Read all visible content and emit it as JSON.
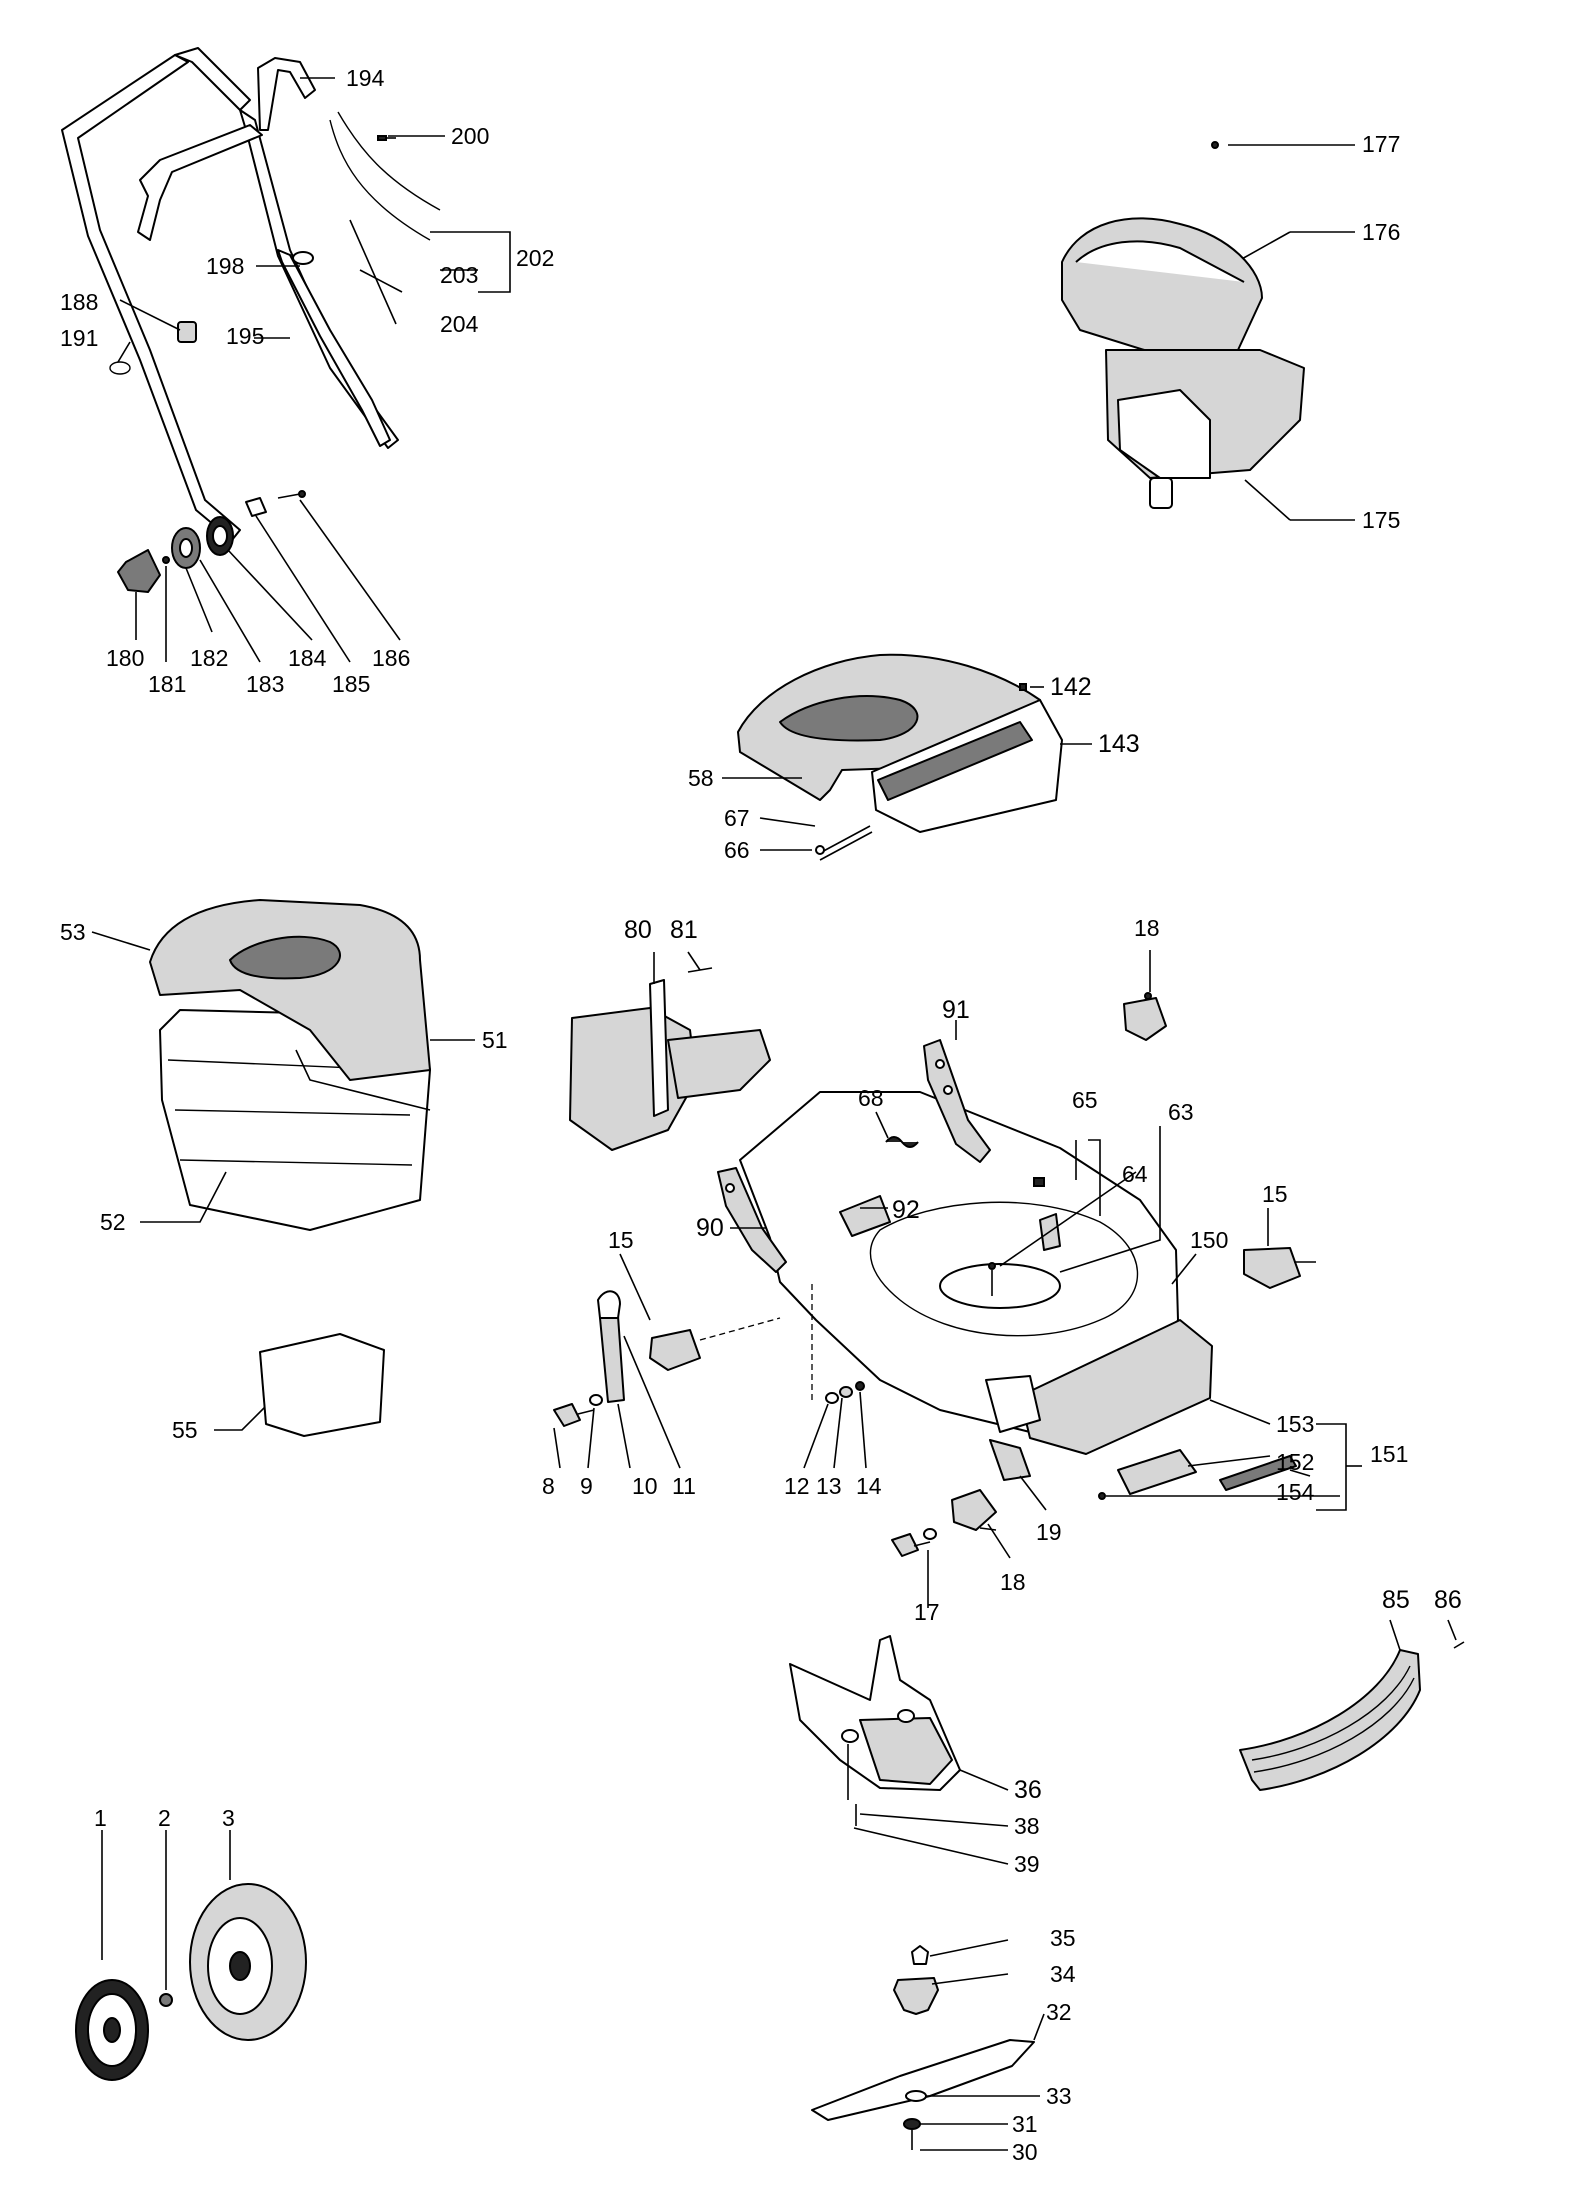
{
  "diagram": {
    "labels": [
      "194",
      "200",
      "177",
      "202",
      "203",
      "204",
      "198",
      "195",
      "188",
      "191",
      "176",
      "175",
      "180",
      "181",
      "182",
      "183",
      "184",
      "185",
      "186",
      "142",
      "143",
      "58",
      "67",
      "66",
      "53",
      "51",
      "52",
      "55",
      "80",
      "81",
      "18",
      "91",
      "68",
      "65",
      "63",
      "64",
      "92",
      "90",
      "15",
      "150",
      "8",
      "9",
      "10",
      "11",
      "12",
      "13",
      "14",
      "153",
      "152",
      "151",
      "154",
      "19",
      "17",
      "85",
      "86",
      "36",
      "38",
      "39",
      "1",
      "2",
      "3",
      "35",
      "34",
      "32",
      "33",
      "31",
      "30"
    ]
  }
}
